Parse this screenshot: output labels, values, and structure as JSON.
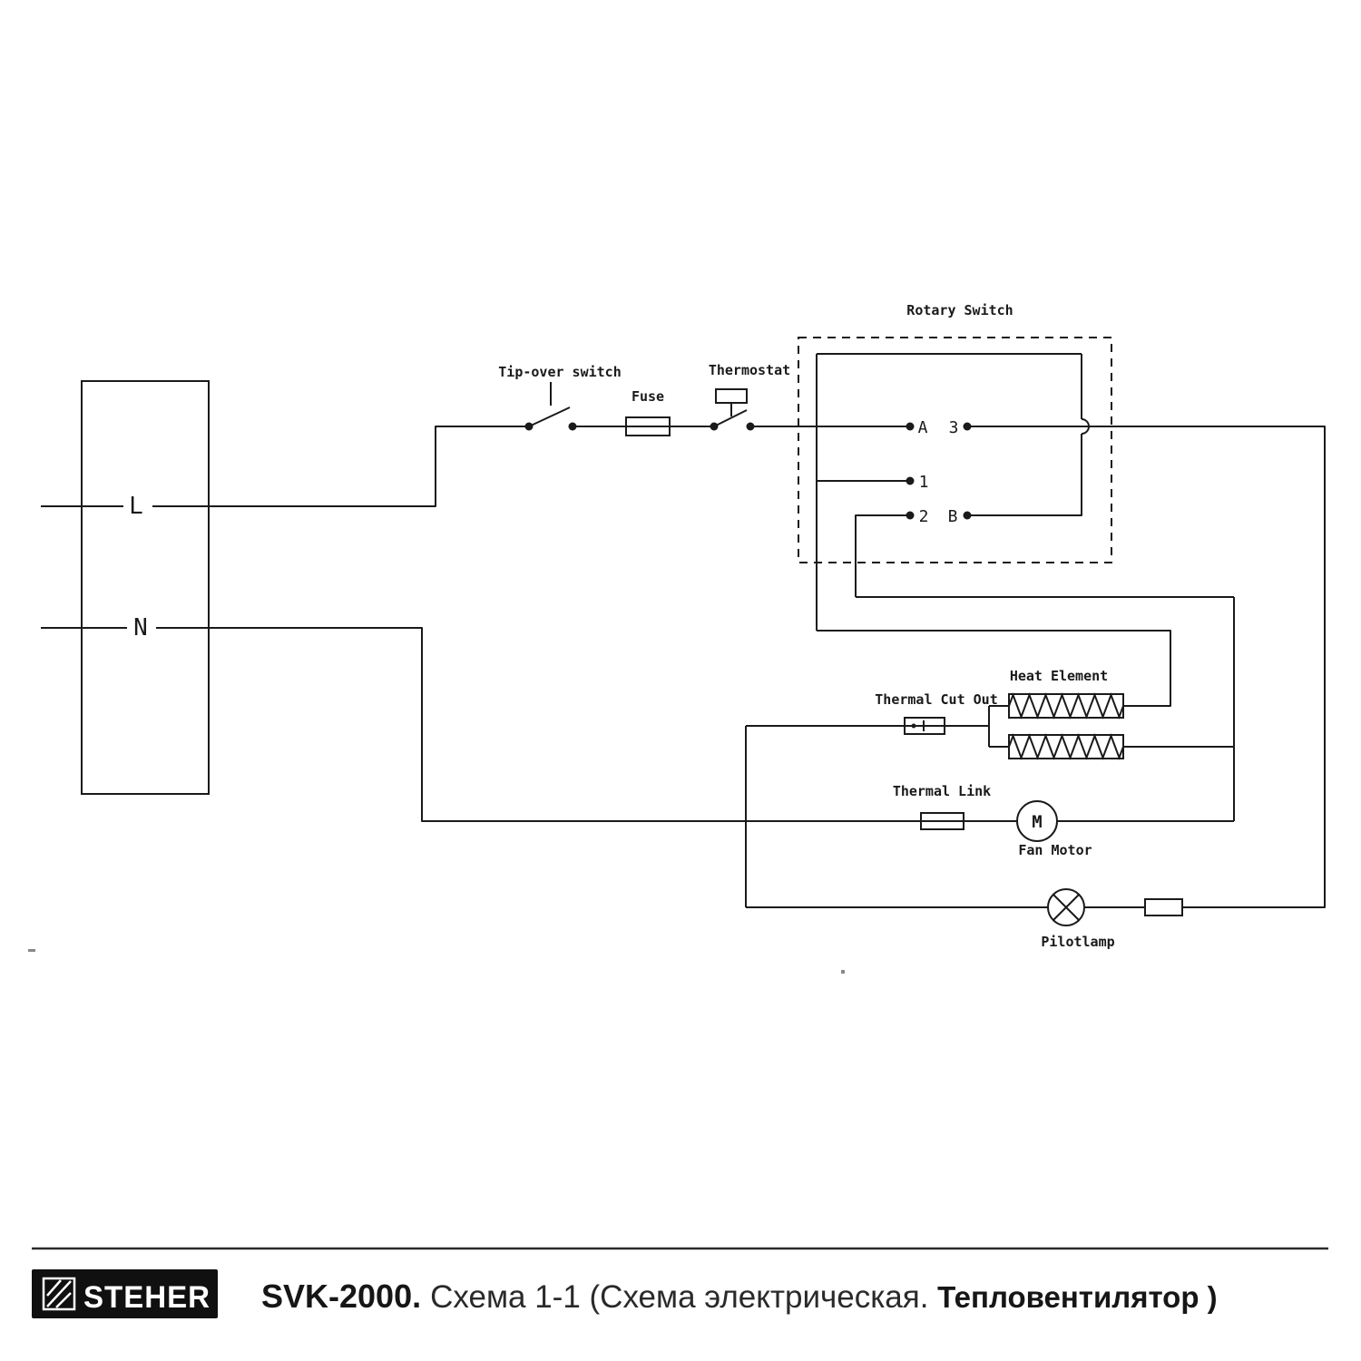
{
  "diagram": {
    "component_labels": {
      "rotary_switch": "Rotary Switch",
      "tip_over_switch": "Tip-over switch",
      "fuse": "Fuse",
      "thermostat": "Thermostat",
      "heat_element": "Heat Element",
      "thermal_cut_out": "Thermal Cut Out",
      "thermal_link": "Thermal Link",
      "fan_motor": "Fan Motor",
      "pilot_lamp": "Pilotlamp"
    },
    "terminal_labels": {
      "line": "L",
      "neutral": "N",
      "a": "A",
      "b": "B",
      "pos1": "1",
      "pos2": "2",
      "pos3": "3",
      "motor": "M"
    },
    "line_color": "#1a1a1a"
  },
  "footer": {
    "brand": "STEHER",
    "model": "SVK-2000. ",
    "caption_main": "Схема 1-1 (Схема электрическая. ",
    "caption_suffix": "Тепловентилятор )"
  }
}
